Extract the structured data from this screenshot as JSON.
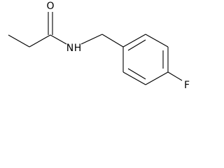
{
  "molecule": {
    "atoms": {
      "oxygen": "O",
      "nitrogen": "N",
      "hydrogen": "H",
      "fluorine": "F"
    }
  }
}
